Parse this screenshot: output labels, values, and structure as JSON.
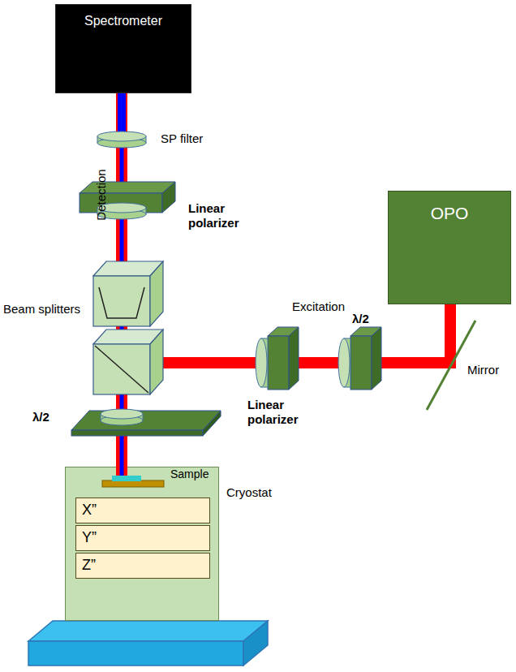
{
  "diagram": {
    "nodes": [
      {
        "text": [
          "Spectrometer"
        ]
      },
      {
        "text": [
          "OPO"
        ]
      },
      {
        "text": [
          "Cryostat"
        ]
      },
      {
        "text": [
          "X”"
        ],
        "in": 2
      },
      {
        "text": [
          "Y”"
        ],
        "in": 2
      },
      {
        "text": [
          "Z”"
        ],
        "in": 2
      }
    ],
    "labels": [
      "SP filter",
      "Detection",
      "Linear polarizer",
      "Beam splitters",
      "Excitation",
      "λ/2",
      "Mirror",
      "Linear polarizer",
      "λ/2",
      "Sample"
    ]
  }
}
